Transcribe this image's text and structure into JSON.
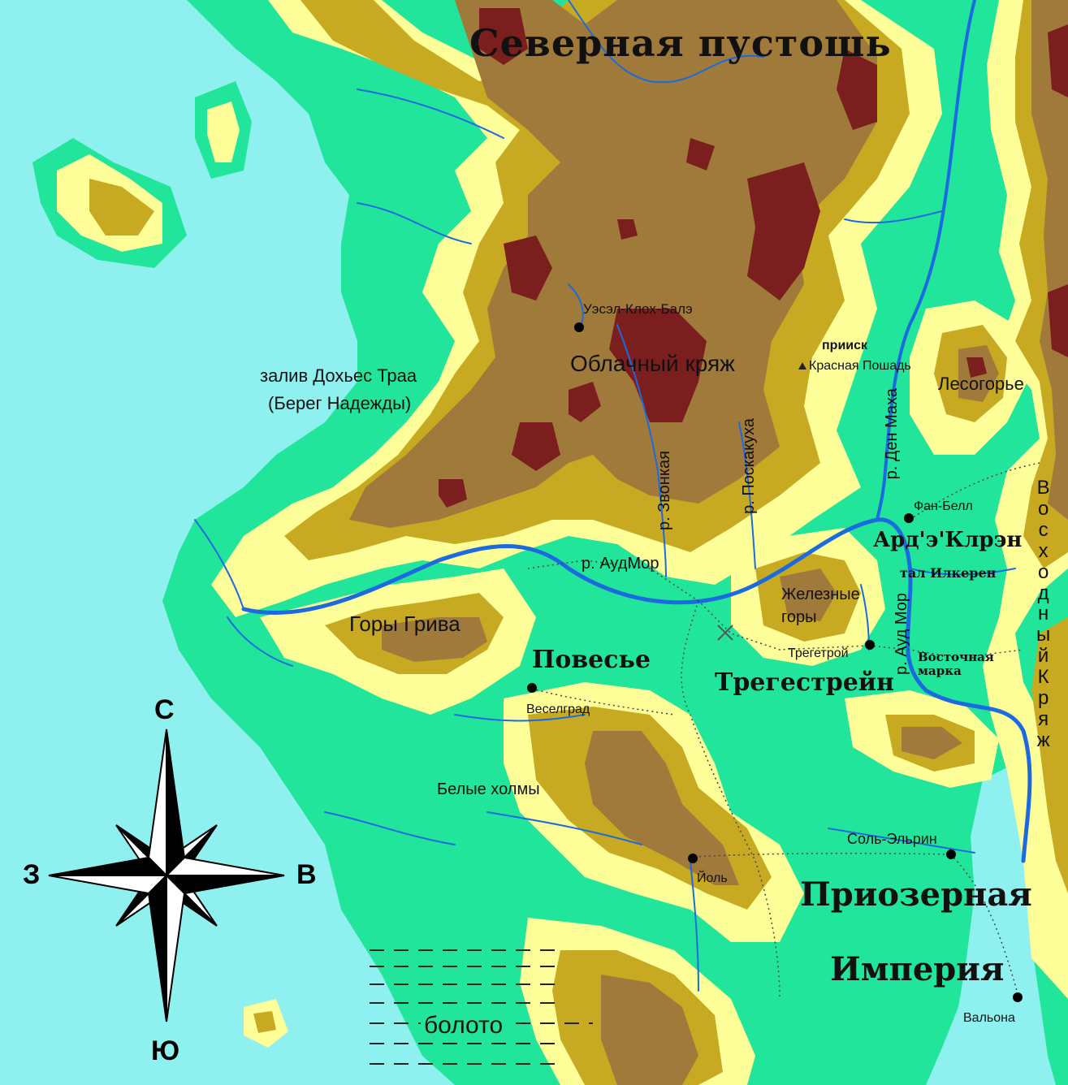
{
  "title": "Северная пустошь",
  "regions": {
    "povesye": "Повесье",
    "tregestrein": "Трегестрейн",
    "ard_klyan": "Ард'э'Клрэн",
    "priozernaya": "Приозерная",
    "imperia": "Империя",
    "vostochnaya_marka": "Восточная марка",
    "tal_ilkeren": "тал Илкерен"
  },
  "features": {
    "gulf_line1": "залив Дохьес Траа",
    "gulf_line2": "(Берег Надежды)",
    "cloudy_ridge": "Облачный кряж",
    "mine_line1": "прииск",
    "mine_line2": "Красная Пошадь",
    "lesogorye": "Лесогорье",
    "mane_mountains": "Горы Грива",
    "iron_mountains_line1": "Железные",
    "iron_mountains_line2": "горы",
    "white_hills": "Белые холмы",
    "swamp": "болото",
    "east_ridge_letters": [
      "В",
      "о",
      "с",
      "х",
      "о",
      "д",
      "н",
      "ы",
      "й",
      "К",
      "р",
      "я",
      "ж"
    ]
  },
  "rivers": {
    "zvonkaya": "р. Звонкая",
    "poskakuha": "р. Поскакуха",
    "aud_mor": "р. АудМор",
    "aud_mor2": "р. Ауд Мор",
    "den_maha": "р. Ден Маха"
  },
  "cities": {
    "uesel": "Уэсэл-Клох-Балэ",
    "fan_bell": "Фан-Белл",
    "tregetroy": "Трегетрой",
    "veselgrad": "Веселград",
    "yol": "Йоль",
    "sol_elrin": "Соль-Эльрин",
    "valona": "Вальона"
  },
  "compass": {
    "n": "С",
    "s": "Ю",
    "w": "З",
    "e": "В"
  },
  "colors": {
    "sea": "#8ff0f0",
    "lowland": "#21e59a",
    "hills": "#ffff99",
    "upland": "#c8aa22",
    "mountain": "#a07a3a",
    "peak": "#7a1e1e",
    "river": "#1c6ae0"
  }
}
